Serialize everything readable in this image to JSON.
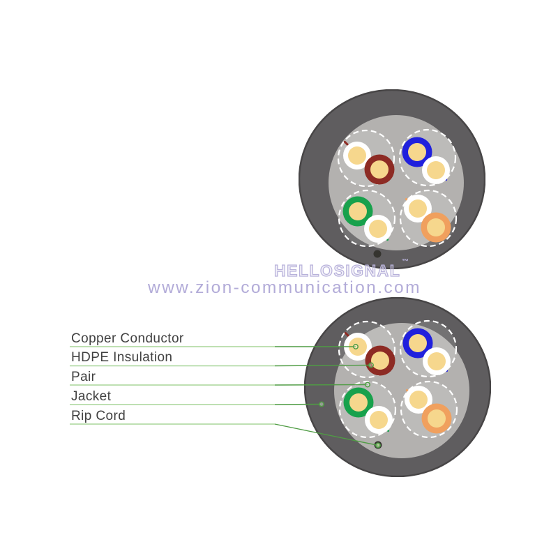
{
  "page": {
    "background": "#ffffff"
  },
  "watermark": {
    "brand": "HELLOSIGNAL",
    "tm": "™",
    "url": "www.zion-communication.com",
    "brand_outline_color": "#b7b1da",
    "url_color": "#b2abd8"
  },
  "callouts": {
    "text_color": "#414141",
    "leader_color": "#4f9c44",
    "underline_color": "#a8d699",
    "items": [
      {
        "id": "copper-conductor",
        "text": "Copper Conductor"
      },
      {
        "id": "hdpe-insulation",
        "text": "HDPE Insulation"
      },
      {
        "id": "pair",
        "text": "Pair"
      },
      {
        "id": "jacket",
        "text": "Jacket"
      },
      {
        "id": "rip-cord",
        "text": "Rip Cord"
      }
    ]
  },
  "cable": {
    "jacket_color": "#5f5d5f",
    "jacket_rim_color": "#474546",
    "filler_color": "#b3b1af",
    "pair_circle_outline": "#ffffff",
    "pair_circle_tint": "rgba(255,255,255,0.13)",
    "conductor_color": "#f6d78d",
    "white_insulation_color": "#ffffff",
    "rip_dot_color": "#35342f",
    "pairs": [
      {
        "id": "brown-pair",
        "color_name": "brown",
        "hex": "#8d2b24"
      },
      {
        "id": "blue-pair",
        "color_name": "blue",
        "hex": "#2020dd"
      },
      {
        "id": "green-pair",
        "color_name": "green",
        "hex": "#18a14c"
      },
      {
        "id": "orange-pair",
        "color_name": "orange",
        "hex": "#f0a05e"
      }
    ]
  }
}
